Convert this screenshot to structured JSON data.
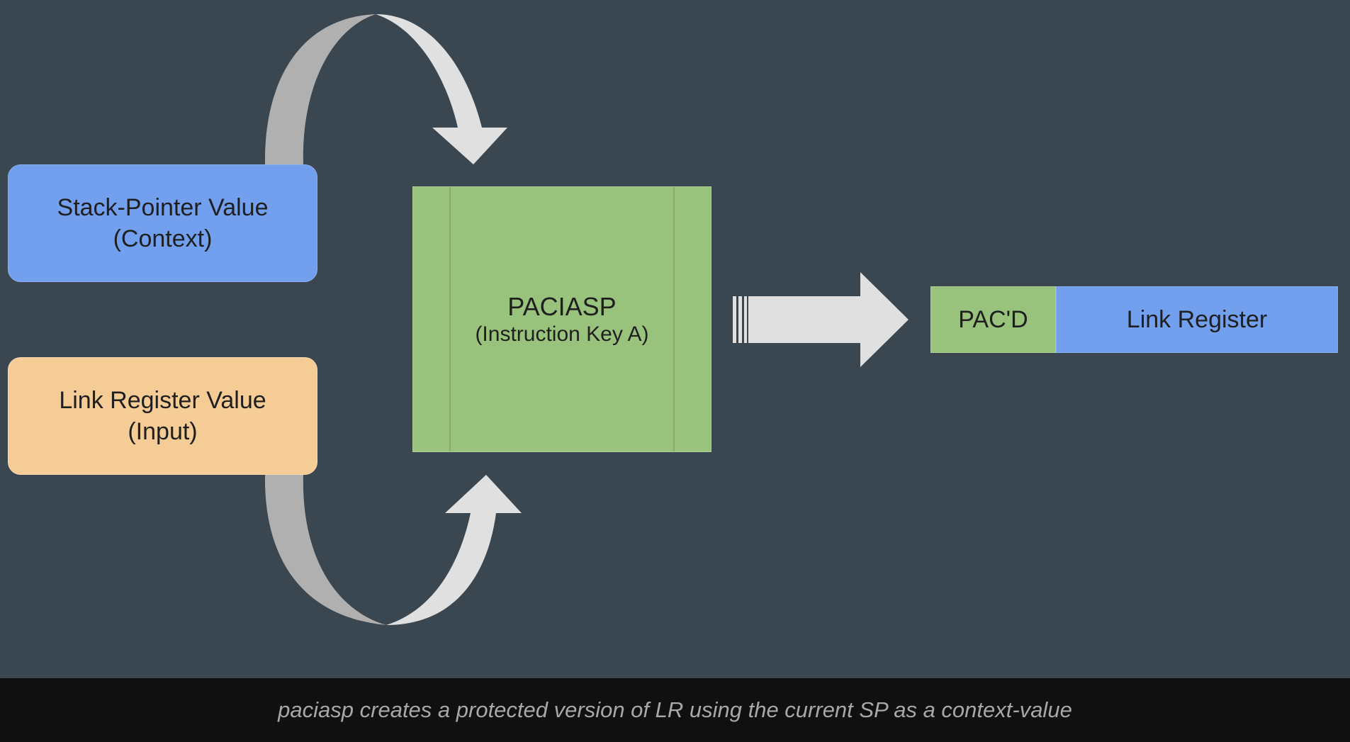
{
  "diagram": {
    "input_boxes": {
      "stack_pointer": {
        "line1": "Stack-Pointer Value",
        "line2": "(Context)",
        "color": "#72a0ee"
      },
      "link_register": {
        "line1": "Link Register Value",
        "line2": "(Input)",
        "color": "#f5cb96"
      }
    },
    "process": {
      "title": "PACIASP",
      "subtitle": "(Instruction Key A)",
      "color": "#99c37d"
    },
    "output": {
      "pac_label": "PAC'D",
      "lr_label": "Link Register"
    },
    "colors": {
      "background": "#3a4650",
      "arrow_light": "#e0e0e0",
      "arrow_shade": "#b0b0b0"
    }
  },
  "caption": "paciasp creates a protected version of LR using the current SP as a context-value"
}
